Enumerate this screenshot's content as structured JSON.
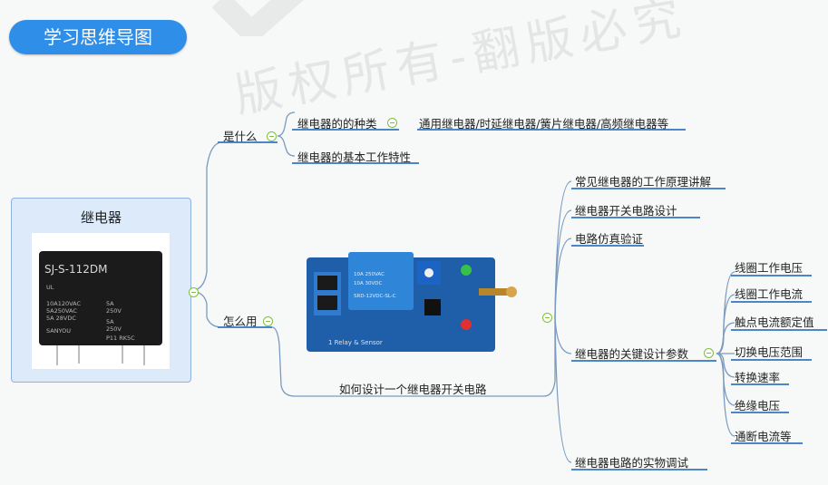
{
  "header": {
    "title": "学习思维导图"
  },
  "watermark": "版权所有-翻版必究",
  "root": {
    "label": "继电器",
    "photo_caption": "SJ-S-112DM"
  },
  "branches": {
    "what": {
      "label": "是什么",
      "children": {
        "types": {
          "label": "继电器的的种类",
          "detail": "通用继电器/时延继电器/簧片继电器/高频继电器等"
        },
        "characteristics": {
          "label": "继电器的基本工作特性"
        }
      }
    },
    "how": {
      "label": "怎么用",
      "design_label": "如何设计一个继电器开关电路",
      "module_caption": "1 Relay & Sensor",
      "topics": {
        "principle": "常见继电器的工作原理讲解",
        "switch_design": "继电器开关电路设计",
        "simulation": "电路仿真验证",
        "key_params": "继电器的关键设计参数",
        "debug": "继电器电路的实物调试"
      },
      "params": [
        "线圈工作电压",
        "线圈工作电流",
        "触点电流额定值",
        "切换电压范围",
        "转换速率",
        "绝缘电压",
        "通断电流等"
      ]
    }
  }
}
